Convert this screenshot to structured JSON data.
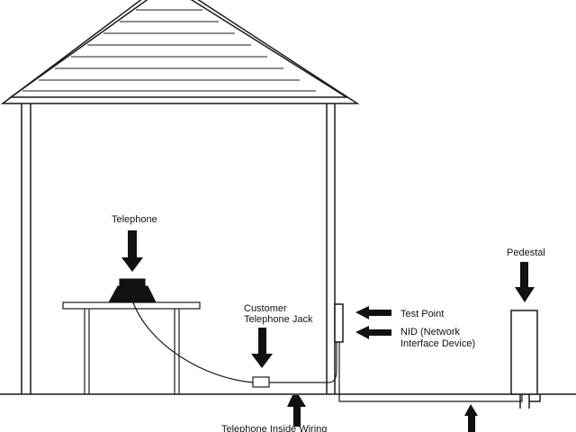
{
  "labels": {
    "telephone": "Telephone",
    "customer_jack_line1": "Customer",
    "customer_jack_line2": "Telephone Jack",
    "test_point": "Test Point",
    "nid_line1": "NID (Network",
    "nid_line2": "Interface Device)",
    "pedestal": "Pedestal",
    "inside_wiring": "Telephone Inside Wiring"
  },
  "colors": {
    "line": "#1a1a1a",
    "fill": "#ffffff",
    "arrow": "#111111"
  }
}
